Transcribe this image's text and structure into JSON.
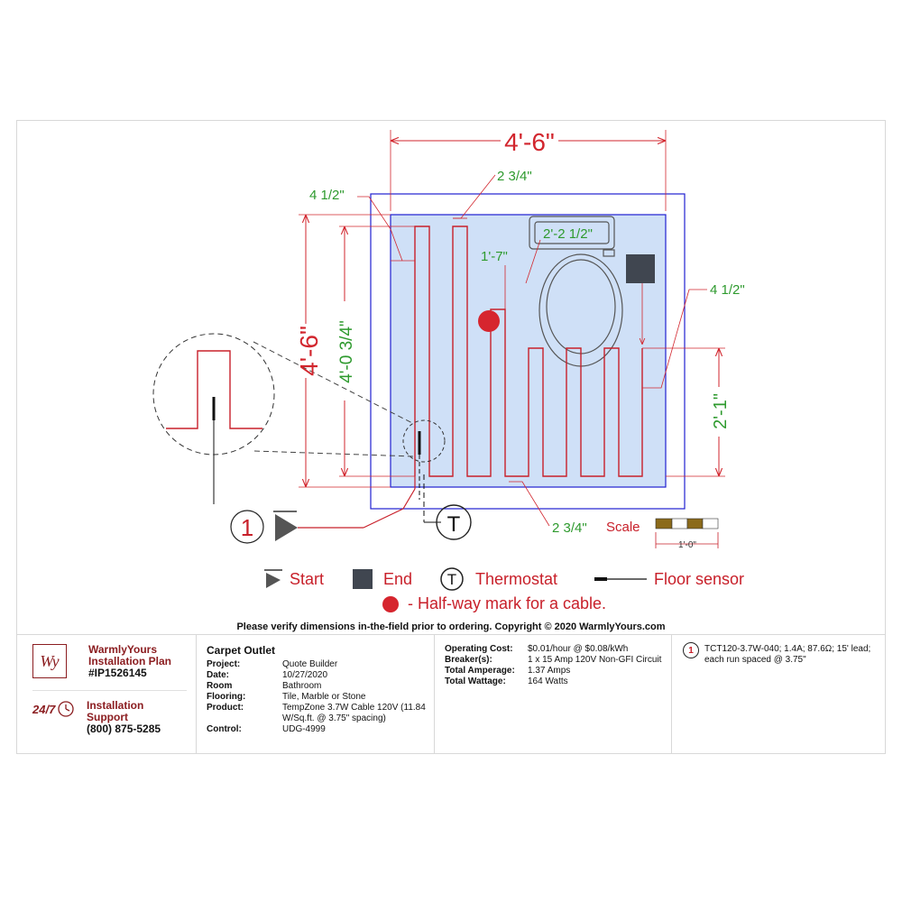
{
  "drawing": {
    "dims": {
      "overall_width": "4'-6\"",
      "overall_height": "4'-6\"",
      "cable_height": "4'-0 3/4\"",
      "right_height": "2'-1\"",
      "top_left_offset": "4 1/2\"",
      "top_gap": "2 3/4\"",
      "toilet_offset": "1'-7\"",
      "toilet_width": "2'-2 1/2\"",
      "right_offset": "4 1/2\"",
      "bottom_gap": "2 3/4\""
    },
    "circuit_label": "1",
    "thermostat_glyph": "T",
    "scale_label": "Scale",
    "scale_length": "1'-0\""
  },
  "legend": {
    "start": "Start",
    "end": "End",
    "thermostat": "Thermostat",
    "thermostat_glyph": "T",
    "floor_sensor": "Floor sensor",
    "halfway": "- Half-way mark for a cable."
  },
  "colors": {
    "cable": "#c8202a",
    "dimension_red": "#d2262e",
    "dimension_green": "#2e9a2e",
    "room_outline": "#2020d0",
    "heated_fill": "#cfe0f7",
    "brand": "#8b1d20"
  },
  "disclaimer": "Please verify dimensions in-the-field prior to ordering. Copyright © 2020 WarmlyYours.com",
  "branding": {
    "logo_text": "Wy",
    "company": "WarmlyYours",
    "plan_title": "Installation Plan",
    "plan_number": "#IP1526145",
    "support_badge": "24/7",
    "support_title": "Installation",
    "support_title2": "Support",
    "phone": "(800) 875-5285"
  },
  "project": {
    "title": "Carpet Outlet",
    "rows": [
      {
        "label": "Project:",
        "value": "Quote Builder"
      },
      {
        "label": "Date:",
        "value": "10/27/2020"
      },
      {
        "label": "Room",
        "value": "Bathroom"
      },
      {
        "label": "Flooring:",
        "value": "Tile, Marble or Stone"
      },
      {
        "label": "Product:",
        "value": "TempZone 3.7W Cable 120V (11.84 W/Sq.ft. @ 3.75\" spacing)"
      },
      {
        "label": "Control:",
        "value": "UDG-4999"
      }
    ]
  },
  "electrical": {
    "rows": [
      {
        "label": "Operating Cost:",
        "value": "$0.01/hour @ $0.08/kWh"
      },
      {
        "label": "Breaker(s):",
        "value": "1 x 15 Amp 120V Non-GFI Circuit"
      },
      {
        "label": "Total Amperage:",
        "value": "1.37 Amps"
      },
      {
        "label": "Total Wattage:",
        "value": "164 Watts"
      }
    ]
  },
  "cable_note": {
    "number": "1",
    "text": "TCT120-3.7W-040; 1.4A; 87.6Ω; 15' lead; each run spaced @ 3.75\""
  }
}
